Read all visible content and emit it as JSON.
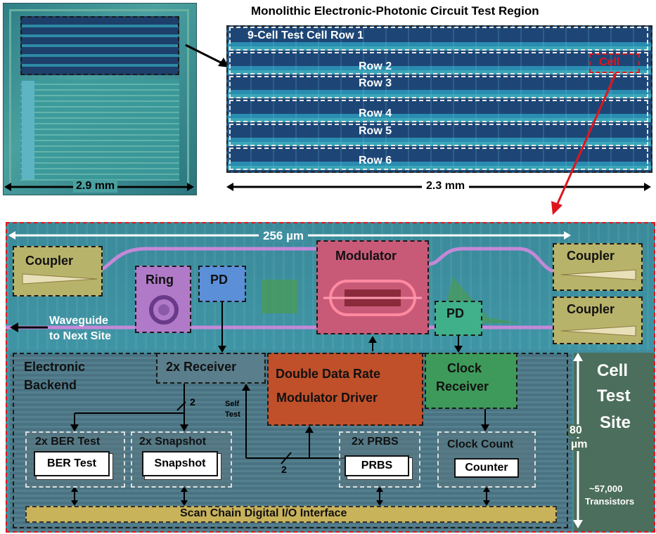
{
  "title": "Monolithic Electronic-Photonic Circuit Test Region",
  "die": {
    "width_label": "2.9 mm"
  },
  "test_region": {
    "rows": [
      "9-Cell Test Cell Row 1",
      "Row 2",
      "Row 3",
      "Row 4",
      "Row 5",
      "Row 6"
    ],
    "cell_label": "Cell",
    "width_label": "2.3 mm"
  },
  "cell": {
    "width_label": "256 µm",
    "height_label": "80 µm",
    "site_label": "Cell Test Site",
    "site_lines": [
      "Cell",
      "Test",
      "Site"
    ],
    "transistors": "~57,000",
    "transistors_label": "Transistors",
    "height_lines": [
      "80",
      "µm"
    ]
  },
  "blocks": {
    "coupler_left": "Coupler",
    "coupler_right_top": "Coupler",
    "coupler_right_bottom": "Coupler",
    "ring": "Ring",
    "pd_left": "PD",
    "modulator": "Modulator",
    "pd_right": "PD",
    "waveguide": [
      "Waveguide",
      "to Next Site"
    ],
    "electronic_backend": [
      "Electronic",
      "Backend"
    ],
    "receiver": "2x Receiver",
    "ddr_driver": [
      "Double Data Rate",
      "Modulator Driver"
    ],
    "clock_receiver": [
      "Clock",
      "Receiver"
    ],
    "self_test": [
      "Self",
      "Test"
    ],
    "bus_width_1": "2",
    "bus_width_2": "2",
    "ber_group": "2x BER Test",
    "ber_inner": "BER Test",
    "snapshot_group": "2x Snapshot",
    "snapshot_inner": "Snapshot",
    "prbs_group": "2x PRBS",
    "prbs_inner": "PRBS",
    "clock_count_group": "Clock Count",
    "counter_inner": "Counter",
    "scan_chain": "Scan Chain Digital I/O Interface"
  },
  "colors": {
    "die_bg": "#3a8f8f",
    "region_bg": "#1f4f7a",
    "cell_bg": "#3f8fa0",
    "backend_bg": "#4a7282",
    "site_bg": "#4c6e5c",
    "accent_red": "#e0151b",
    "coupler": "#b8b36a",
    "ring": "#b07ac8",
    "pd": "#5b8fd8",
    "modulator": "#c85a78",
    "pd_right": "#3fb08a",
    "clock_receiver": "#3e9a5a",
    "ddr": "#c0502a",
    "scan_chain": "#c8b25a"
  }
}
